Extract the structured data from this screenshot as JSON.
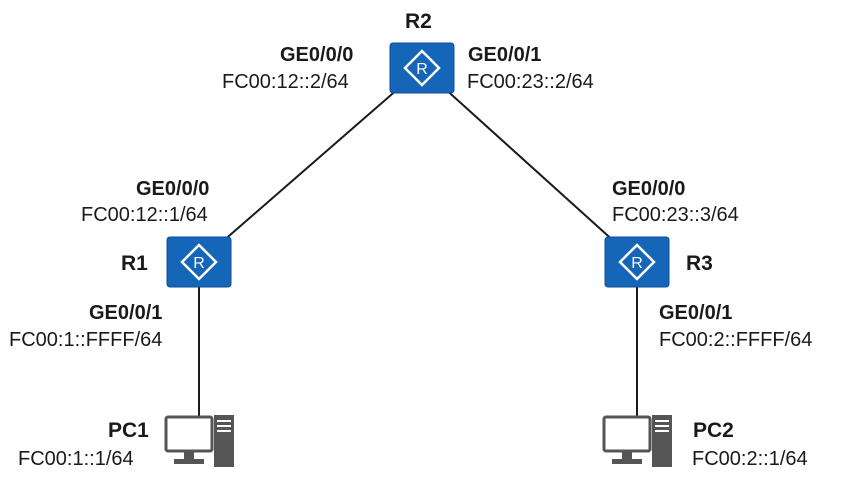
{
  "colors": {
    "router_fill": "#1565b8",
    "router_stroke": "#0f4f96",
    "link": "#1a1a1a",
    "pc_stroke": "#555555",
    "pc_screen": "#ffffff"
  },
  "devices": {
    "r1": {
      "name": "R1",
      "icon": "router-icon"
    },
    "r2": {
      "name": "R2",
      "icon": "router-icon"
    },
    "r3": {
      "name": "R3",
      "icon": "router-icon"
    },
    "pc1": {
      "name": "PC1",
      "icon": "pc-icon",
      "address": "FC00:1::1/64"
    },
    "pc2": {
      "name": "PC2",
      "icon": "pc-icon",
      "address": "FC00:2::1/64"
    }
  },
  "interfaces": {
    "r2_g000": {
      "name": "GE0/0/0",
      "address": "FC00:12::2/64"
    },
    "r2_g001": {
      "name": "GE0/0/1",
      "address": "FC00:23::2/64"
    },
    "r1_g000": {
      "name": "GE0/0/0",
      "address": "FC00:12::1/64"
    },
    "r1_g001": {
      "name": "GE0/0/1",
      "address": "FC00:1::FFFF/64"
    },
    "r3_g000": {
      "name": "GE0/0/0",
      "address": "FC00:23::3/64"
    },
    "r3_g001": {
      "name": "GE0/0/1",
      "address": "FC00:2::FFFF/64"
    }
  },
  "links": [
    {
      "from": "R2",
      "to": "R1"
    },
    {
      "from": "R2",
      "to": "R3"
    },
    {
      "from": "R1",
      "to": "PC1"
    },
    {
      "from": "R3",
      "to": "PC2"
    }
  ]
}
